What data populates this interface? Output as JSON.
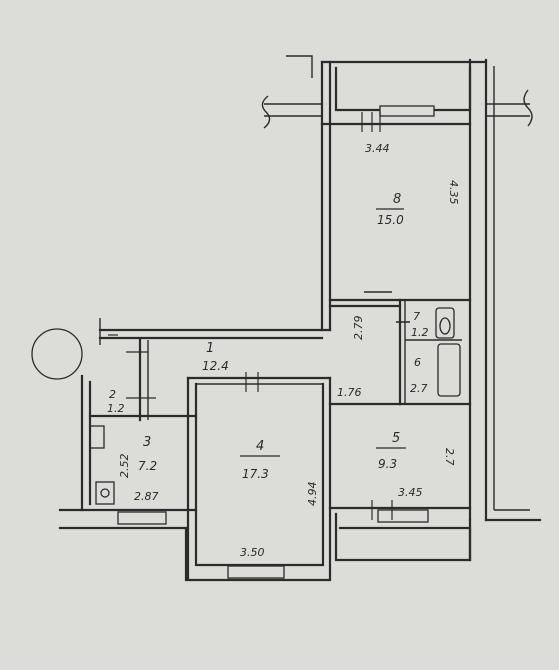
{
  "rooms": [
    {
      "id": "1",
      "number": "1",
      "area": "12.4"
    },
    {
      "id": "2",
      "number": "2",
      "area": "1.2"
    },
    {
      "id": "3",
      "number": "3",
      "area": "7.2"
    },
    {
      "id": "4",
      "number": "4",
      "area": "17.3"
    },
    {
      "id": "5",
      "number": "5",
      "area": "9.3"
    },
    {
      "id": "6",
      "number": "6",
      "area": "2.7"
    },
    {
      "id": "7",
      "number": "7",
      "area": "1.2"
    },
    {
      "id": "8",
      "number": "8",
      "area": "15.0"
    }
  ],
  "dimensions": {
    "room8_width": "3.44",
    "room8_length": "4.35",
    "bath_length": "2.79",
    "corridor_width": "1.76",
    "kitchen_length": "2.52",
    "kitchen_width": "2.87",
    "room4_length": "4.94",
    "room4_width": "3.50",
    "room5_length": "2.7",
    "room5_width": "3.45"
  }
}
